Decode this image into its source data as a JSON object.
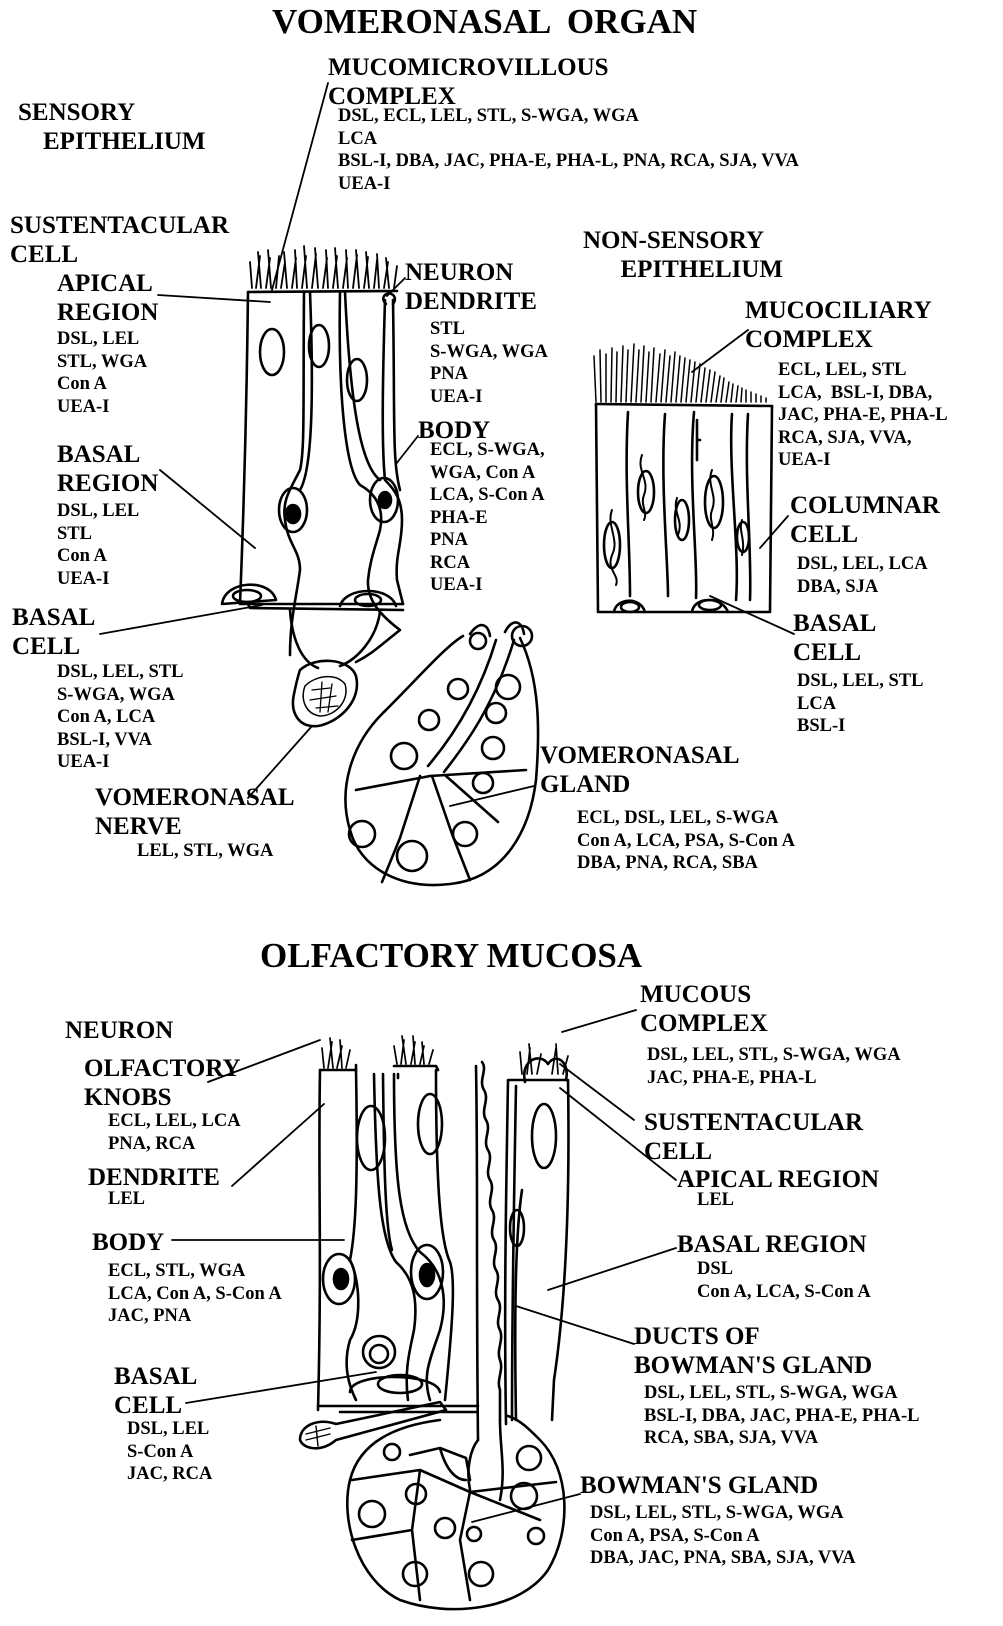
{
  "vno": {
    "title": "VOMERONASAL  ORGAN",
    "mucomicrovillous": {
      "label": "MUCOMICROVILLOUS\nCOMPLEX",
      "lectins": "DSL, ECL, LEL, STL, S-WGA, WGA\nLCA\nBSL-I, DBA, JAC, PHA-E, PHA-L, PNA, RCA, SJA, VVA\nUEA-I"
    },
    "sensory": {
      "label": "SENSORY\n    EPITHELIUM"
    },
    "sustentacular": {
      "label": "SUSTENTACULAR\nCELL"
    },
    "apical": {
      "label": "APICAL\nREGION",
      "lectins": "DSL, LEL\nSTL, WGA\nCon A\nUEA-I"
    },
    "basal_region": {
      "label": "BASAL\nREGION",
      "lectins": "DSL, LEL\nSTL\nCon A\nUEA-I"
    },
    "basal_cell": {
      "label": "BASAL\nCELL",
      "lectins": "DSL, LEL, STL\nS-WGA, WGA\nCon A, LCA\nBSL-I, VVA\nUEA-I"
    },
    "nerve": {
      "label": "VOMERONASAL\nNERVE",
      "lectins": "LEL, STL, WGA"
    },
    "dendrite": {
      "label": "NEURON\nDENDRITE",
      "lectins": "STL\nS-WGA, WGA\nPNA\nUEA-I"
    },
    "body": {
      "label": "BODY",
      "lectins": "ECL, S-WGA,\nWGA, Con A\nLCA, S-Con A\nPHA-E\nPNA\nRCA\nUEA-I"
    },
    "gland": {
      "label": "VOMERONASAL\nGLAND",
      "lectins": "ECL, DSL, LEL, S-WGA\nCon A, LCA, PSA, S-Con A\nDBA, PNA, RCA, SBA"
    },
    "nonsensory": {
      "label": "NON-SENSORY\n      EPITHELIUM"
    },
    "mucociliary": {
      "label": "MUCOCILIARY\nCOMPLEX",
      "lectins": "ECL, LEL, STL\nLCA,  BSL-I, DBA,\nJAC, PHA-E, PHA-L\nRCA, SJA, VVA,\nUEA-I"
    },
    "columnar": {
      "label": "COLUMNAR\nCELL",
      "lectins": "DSL, LEL, LCA\nDBA, SJA"
    },
    "ns_basal": {
      "label": "BASAL\nCELL",
      "lectins": "DSL, LEL, STL\nLCA\nBSL-I"
    }
  },
  "om": {
    "title": "OLFACTORY MUCOSA",
    "neuron": {
      "label": "NEURON"
    },
    "knobs": {
      "label": "OLFACTORY\nKNOBS",
      "lectins": "ECL, LEL, LCA\nPNA, RCA"
    },
    "dendrite": {
      "label": "DENDRITE",
      "lectins": "LEL"
    },
    "body": {
      "label": "BODY",
      "lectins": "ECL, STL, WGA\nLCA, Con A, S-Con A\nJAC, PNA"
    },
    "basal_cell": {
      "label": "BASAL\nCELL",
      "lectins": "DSL, LEL\nS-Con A\nJAC, RCA"
    },
    "mucous": {
      "label": "MUCOUS\nCOMPLEX",
      "lectins": "DSL, LEL, STL, S-WGA, WGA\nJAC, PHA-E, PHA-L"
    },
    "sustentacular": {
      "label": "SUSTENTACULAR\nCELL"
    },
    "apical": {
      "label": "APICAL REGION",
      "lectins": "LEL"
    },
    "basal_region": {
      "label": "BASAL REGION",
      "lectins": "DSL\nCon A, LCA, S-Con A"
    },
    "ducts": {
      "label": "DUCTS OF\nBOWMAN'S GLAND",
      "lectins": "DSL, LEL, STL, S-WGA, WGA\nBSL-I, DBA, JAC, PHA-E, PHA-L\nRCA, SBA, SJA, VVA"
    },
    "gland": {
      "label": "BOWMAN'S GLAND",
      "lectins": "DSL, LEL, STL, S-WGA, WGA\nCon A, PSA, S-Con A\nDBA, JAC, PNA, SBA, SJA, VVA"
    }
  }
}
